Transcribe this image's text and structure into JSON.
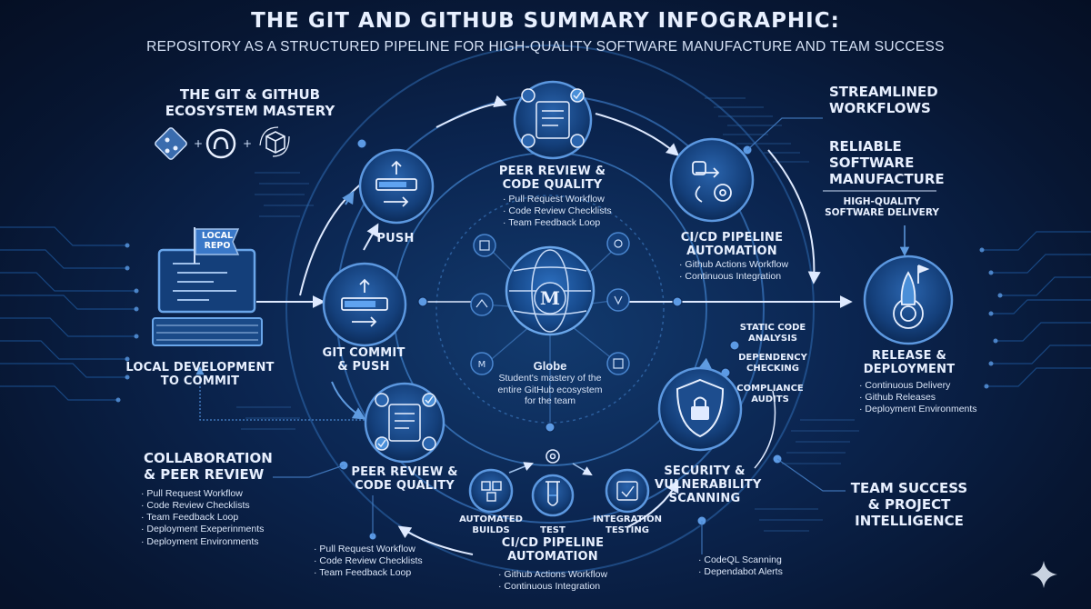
{
  "header": {
    "title": "THE GIT AND GITHUB SUMMARY INFOGRAPHIC:",
    "subtitle": "REPOSITORY AS A STRUCTURED PIPELINE FOR HIGH-QUALITY SOFTWARE MANUFACTURE AND TEAM SUCCESS"
  },
  "ecosystem": {
    "title_line1": "THE GIT & GITHUB",
    "title_line2": "ECOSYSTEM MASTERY",
    "icons": [
      "git-icon",
      "github-icon",
      "package-icon"
    ]
  },
  "local": {
    "flag": "LOCAL REPO",
    "label_line1": "LOCAL DEVELOPMENT",
    "label_line2": "TO COMMIT"
  },
  "push": {
    "label": "PUSH"
  },
  "commit": {
    "label_line1": "GIT COMMIT",
    "label_line2": "& PUSH"
  },
  "peer_top": {
    "label_line1": "PEER REVIEW &",
    "label_line2": "CODE QUALITY",
    "items": [
      "Pull Request Workflow",
      "Code Review Checklists",
      "Team Feedback Loop"
    ]
  },
  "cicd_top": {
    "label_line1": "CI/CD PIPELINE",
    "label_line2": "AUTOMATION",
    "items": [
      "Github Actions Workflow",
      "Continuous Integration"
    ]
  },
  "globe": {
    "letter": "M",
    "title": "Globe",
    "desc_line1": "Student's mastery of the",
    "desc_line2": "entire GitHub ecosystem",
    "desc_line3": "for the team"
  },
  "streamlined": {
    "line1": "STREAMLINED",
    "line2": "WORKFLOWS"
  },
  "reliable": {
    "line1": "RELIABLE",
    "line2": "SOFTWARE",
    "line3": "MANUFACTURE",
    "sub_line1": "HIGH-QUALITY",
    "sub_line2": "SOFTWARE DELIVERY"
  },
  "release": {
    "label_line1": "RELEASE &",
    "label_line2": "DEPLOYMENT",
    "items": [
      "Continuous Delivery",
      "Github Releases",
      "Deployment Environments"
    ]
  },
  "checks": {
    "static_line1": "STATIC CODE",
    "static_line2": "ANALYSIS",
    "dep_line1": "DEPENDENCY",
    "dep_line2": "CHECKING",
    "comp_line1": "COMPLIANCE",
    "comp_line2": "AUDITS"
  },
  "security": {
    "label_line1": "SECURITY &",
    "label_line2": "VULNERABILITY",
    "label_line3": "SCANNING",
    "items": [
      "CodeQL Scanning",
      "Dependabot Alerts"
    ]
  },
  "team": {
    "line1": "TEAM SUCCESS",
    "line2": "& PROJECT",
    "line3": "INTELLIGENCE"
  },
  "collab": {
    "title_line1": "COLLABORATION",
    "title_line2": "& PEER REVIEW",
    "items": [
      "Pull  Request Workflow",
      "Code Review Checklists",
      "Team  Feedback Loop",
      "Deployment Exeperinments",
      "Deployment Environments"
    ]
  },
  "peer_bottom": {
    "label_line1": "PEER REVIEW &",
    "label_line2": "CODE QUALITY",
    "items": [
      "Pull Request Workflow",
      "Code Review Checklists",
      "Team Feedback Loop"
    ]
  },
  "bottom": {
    "builds_line1": "AUTOMATED",
    "builds_line2": "BUILDS",
    "test": "TEST",
    "integration_line1": "INTEGRATION",
    "integration_line2": "TESTING",
    "cicd_line1": "CI/CD PIPELINE",
    "cicd_line2": "AUTOMATION",
    "items": [
      "Github Actions Workflow",
      "Continuous Integration"
    ]
  },
  "colors": {
    "accent": "#4a8fd8",
    "node_fill": "#123a70",
    "ring": "#3f7fc8",
    "text": "#e8f0ff"
  }
}
